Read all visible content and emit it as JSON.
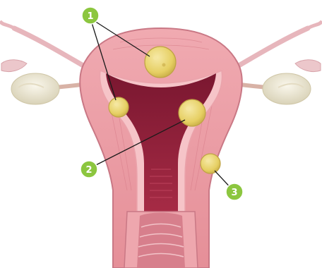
{
  "diagram": {
    "markers": [
      {
        "label": "1",
        "color": "#8cc63f"
      },
      {
        "label": "2",
        "color": "#8cc63f"
      },
      {
        "label": "3",
        "color": "#8cc63f"
      }
    ]
  },
  "palette": {
    "tissue_outer": "#e8a1a8",
    "tissue_inner": "#f2b9bd",
    "cavity": "#8d1e36",
    "cavity_light": "#b83a52",
    "tube": "#e6b7bd",
    "ovary": "#e9e4d0",
    "fibroid": "#e8d36a",
    "fibroid_edge": "#c9b04a",
    "leader_line": "#1a1a1a"
  }
}
